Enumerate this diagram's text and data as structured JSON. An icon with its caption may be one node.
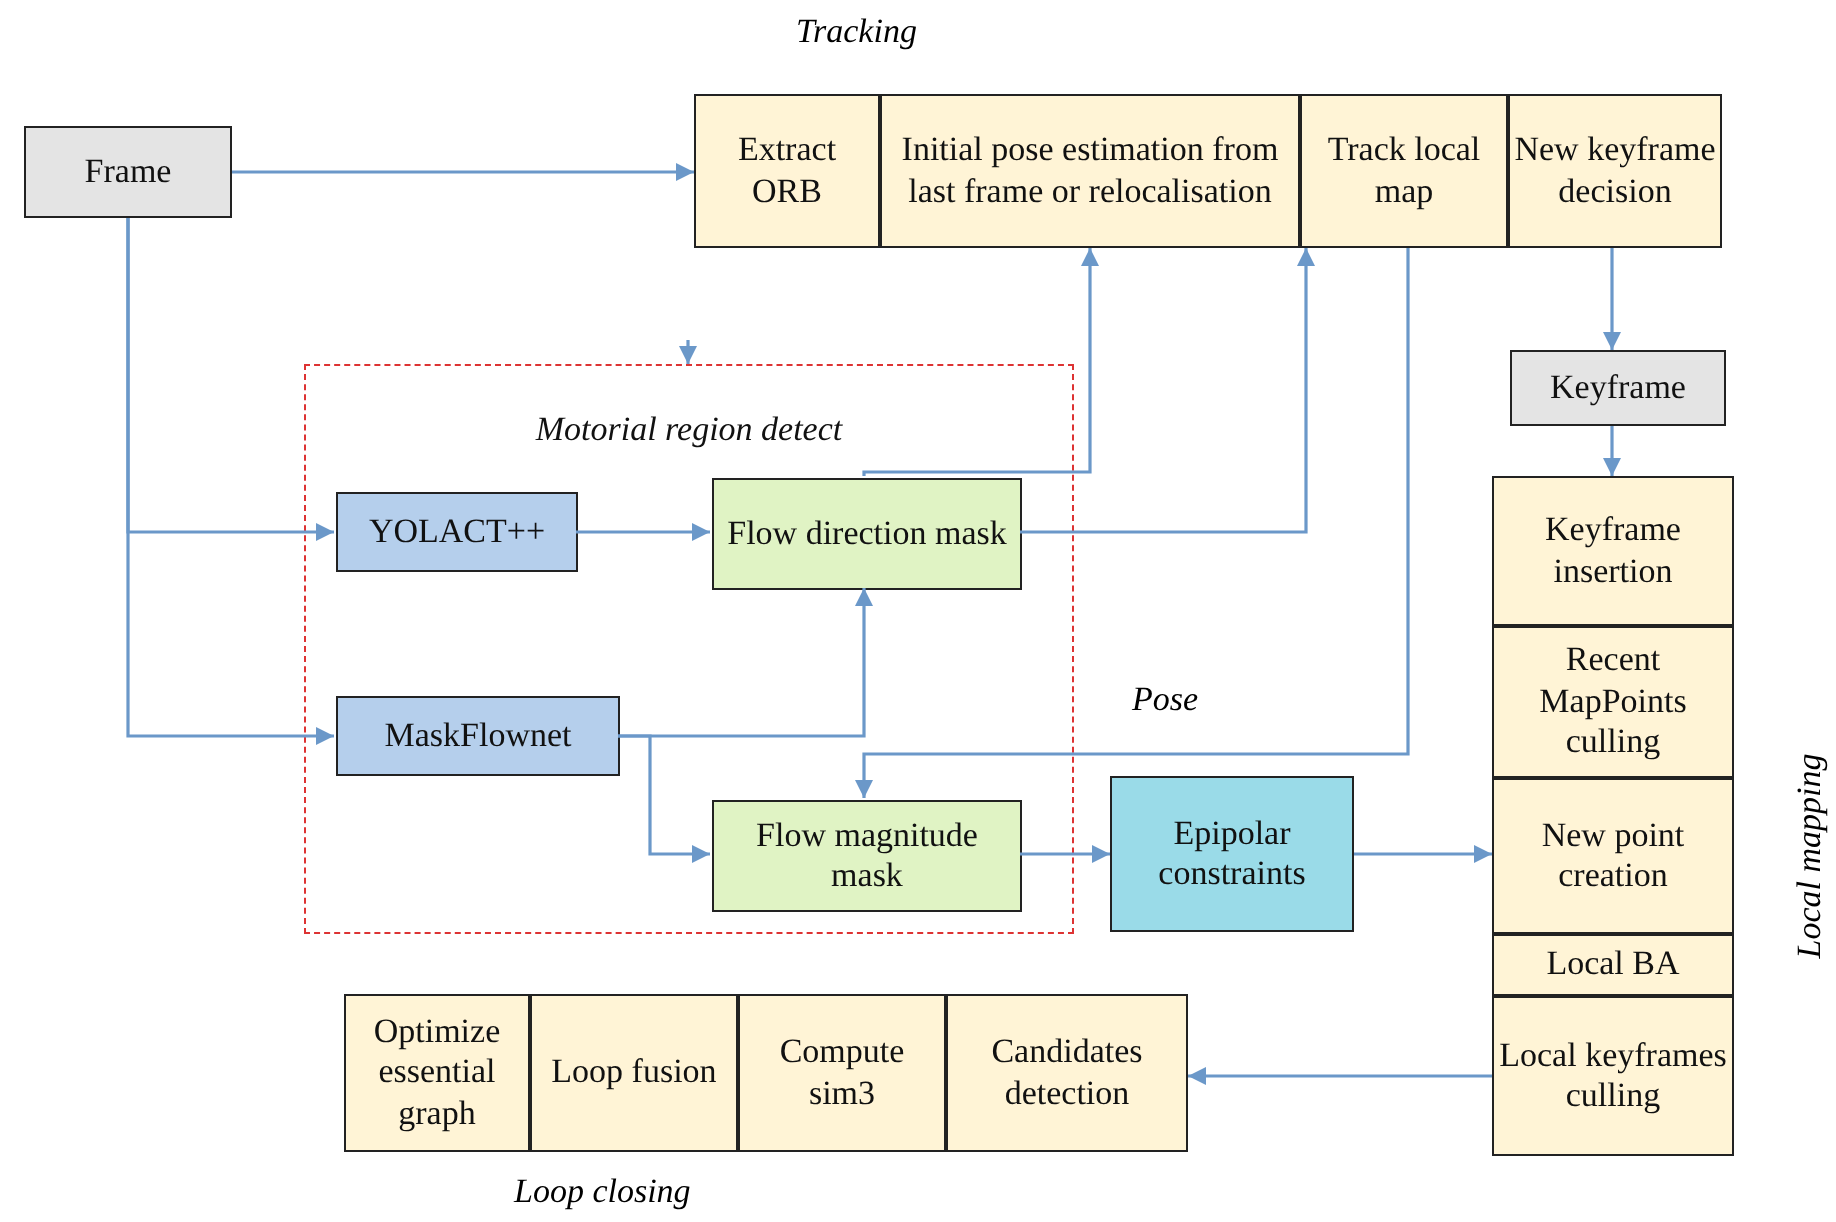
{
  "diagram": {
    "nodes": [
      {
        "text": [
          "Frame"
        ]
      },
      {
        "text": [
          "Extract ORB"
        ]
      },
      {
        "text": [
          "Initial pose estimation from last frame or relocalisation"
        ]
      },
      {
        "text": [
          "Track local map"
        ]
      },
      {
        "text": [
          "New keyframe decision"
        ]
      },
      {
        "text": [
          "Keyframe"
        ]
      },
      {
        "text": [
          "Motorial region detect"
        ]
      },
      {
        "text": [
          "YOLACT++"
        ],
        "in": 6
      },
      {
        "text": [
          "Flow direction mask"
        ],
        "in": 6
      },
      {
        "text": [
          "MaskFlownet"
        ],
        "in": 6
      },
      {
        "text": [
          "Flow magnitude mask"
        ],
        "in": 6
      },
      {
        "text": [
          "Epipolar constraints"
        ]
      },
      {
        "text": [
          "Keyframe insertion"
        ]
      },
      {
        "text": [
          "Recent MapPoints culling"
        ]
      },
      {
        "text": [
          "New point creation"
        ]
      },
      {
        "text": [
          "Local BA"
        ]
      },
      {
        "text": [
          "Local keyframes culling"
        ]
      },
      {
        "text": [
          "Optimize essential graph"
        ]
      },
      {
        "text": [
          "Loop fusion"
        ]
      },
      {
        "text": [
          "Compute sim3"
        ]
      },
      {
        "text": [
          "Candidates detection"
        ]
      }
    ],
    "edges": [
      {
        "from": 0,
        "to": 1,
        "arrow": "to"
      },
      {
        "from": 0,
        "to": 7,
        "arrow": "to"
      },
      {
        "from": 0,
        "to": 9,
        "arrow": "to"
      },
      {
        "from": 7,
        "to": 8,
        "arrow": "to"
      },
      {
        "from": 9,
        "to": 8,
        "arrow": "to"
      },
      {
        "from": 9,
        "to": 10,
        "arrow": "to"
      },
      {
        "from": 8,
        "to": 2,
        "arrow": "to"
      },
      {
        "from": 8,
        "to": 3,
        "arrow": "to"
      },
      {
        "from": 3,
        "to": 10,
        "arrow": "to"
      },
      {
        "from": 10,
        "to": 11,
        "arrow": "to"
      },
      {
        "from": 11,
        "to": 14,
        "arrow": "to"
      },
      {
        "from": 4,
        "to": 5,
        "arrow": "to"
      },
      {
        "from": 5,
        "to": 12,
        "arrow": "to"
      },
      {
        "from": 16,
        "to": 20,
        "arrow": "to"
      },
      {
        "from": null,
        "to": 6,
        "arrow": "to"
      }
    ],
    "labels": [
      "Tracking",
      "Pose",
      "Local mapping",
      "Loop closing"
    ]
  }
}
